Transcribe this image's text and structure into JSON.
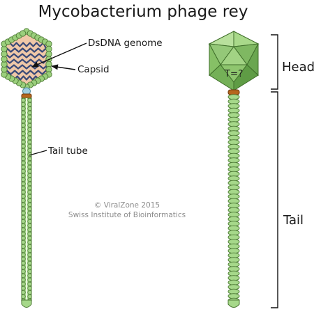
{
  "title": "Mycobacterium phage rey",
  "labels": {
    "genome": "DsDNA genome",
    "capsid": "Capsid",
    "tail_tube": "Tail tube",
    "head": "Head",
    "tail": "Tail",
    "triangulation": "T=?"
  },
  "credit": {
    "line1": "© ViralZone 2015",
    "line2": "Swiss Institute of Bioinformatics"
  },
  "colors": {
    "capsid_bead": "#9bcf7c",
    "bead_outline": "#4d7a35",
    "capsid_fill": "#f0c8a8",
    "dna": "#3a4a78",
    "portal": "#9ecfe0",
    "collar": "#b5651d",
    "tail_bead": "#a6d88a",
    "head_light": "#a9d98a",
    "head_mid": "#86c066",
    "head_dark": "#5f9c45"
  },
  "icons": {
    "head_icosahedron": "icosahedron-icon",
    "pointer": "arrow-icon",
    "bracket": "bracket-icon"
  }
}
